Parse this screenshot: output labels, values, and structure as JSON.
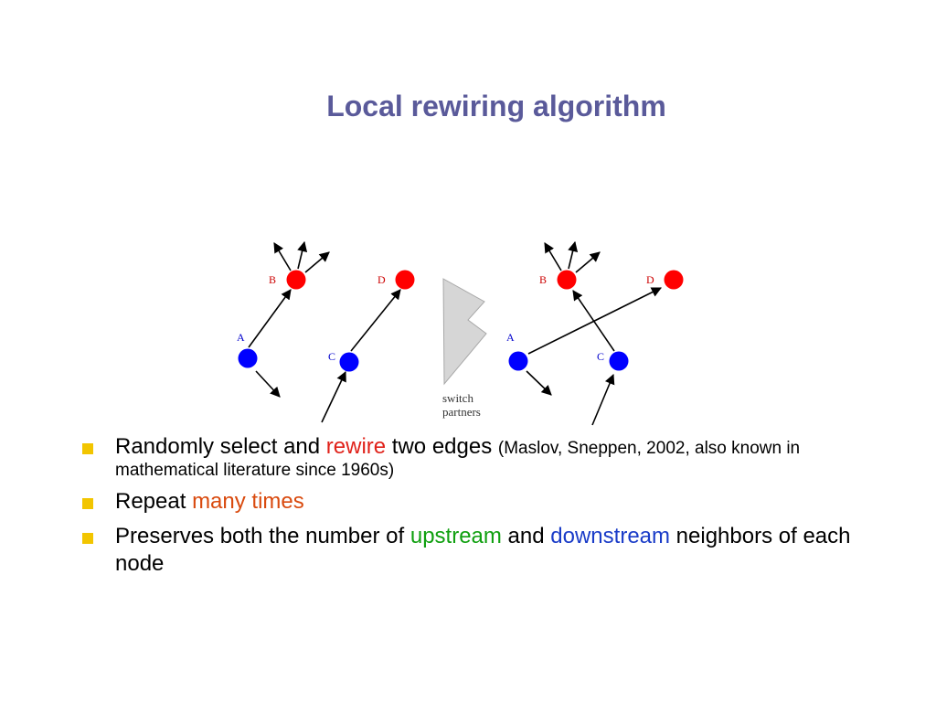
{
  "title": "Local rewiring algorithm",
  "diagram": {
    "before": {
      "A": "A",
      "B": "B",
      "C": "C",
      "D": "D"
    },
    "after": {
      "A": "A",
      "B": "B",
      "C": "C",
      "D": "D"
    },
    "caption_line1": "switch",
    "caption_line2": "partners",
    "colors": {
      "upstream_node": "#ff0000",
      "downstream_node": "#0000ff",
      "arrow_shape": "#d3d3d3"
    }
  },
  "bullets": [
    {
      "t1": "Randomly select and ",
      "t2": "rewire",
      "t3": " two edges ",
      "note": "(Maslov, Sneppen, 2002, also known in mathematical literature since 1960s)"
    },
    {
      "t1": "Repeat ",
      "t2": "many times"
    },
    {
      "t1": "Preserves both the number of ",
      "t2": "upstream",
      "t3": " and ",
      "t4": "downstream",
      "t5": " neighbors of each node"
    }
  ]
}
